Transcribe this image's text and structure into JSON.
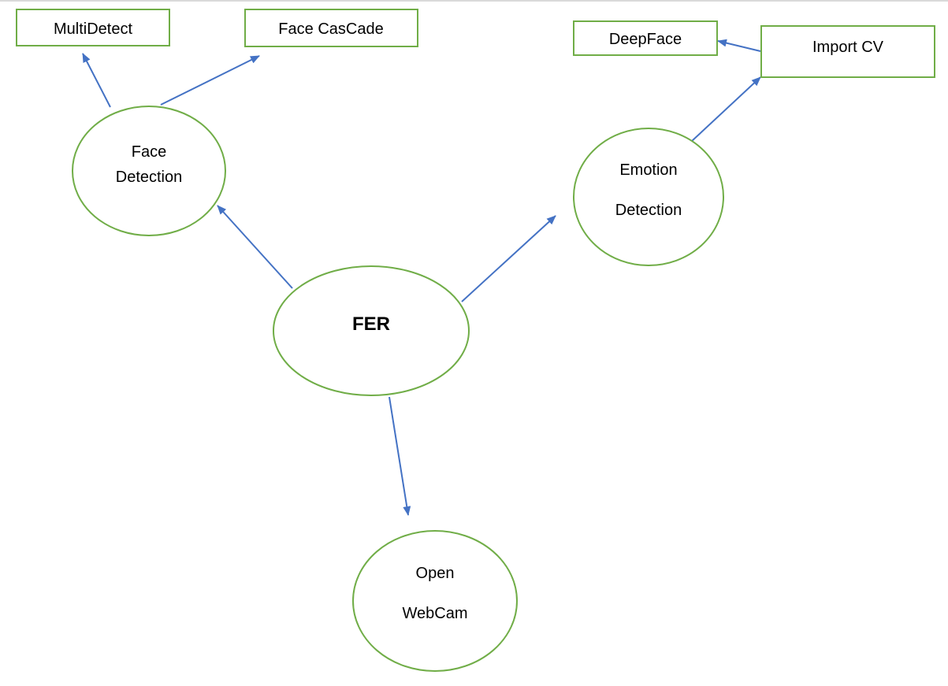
{
  "colors": {
    "node_stroke": "#70ad47",
    "arrow": "#4472c4",
    "text": "#000000",
    "background": "#ffffff"
  },
  "nodes": {
    "fer": {
      "label": "FER"
    },
    "face_detection": {
      "line1": "Face",
      "line2": "Detection"
    },
    "emotion_detection": {
      "line1": "Emotion",
      "line2": "Detection"
    },
    "open_webcam": {
      "line1": "Open",
      "line2": "WebCam"
    },
    "multidetect": {
      "label": "MultiDetect"
    },
    "face_cascade": {
      "label": "Face CasCade"
    },
    "deepface": {
      "label": "DeepFace"
    },
    "import_cv": {
      "label": "Import CV"
    }
  }
}
